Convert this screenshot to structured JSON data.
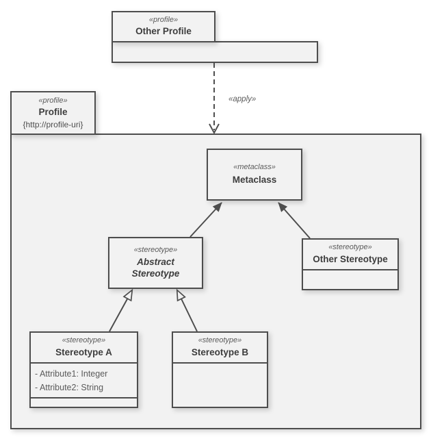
{
  "colors": {
    "border": "#4d4d4d",
    "node_fill": "#f2f2f2",
    "name_text": "#3d3d3d",
    "stereotype_text": "#5a5a5a",
    "background": "#ffffff"
  },
  "other_profile": {
    "stereotype": "«profile»",
    "name": "Other Profile"
  },
  "apply_dependency": {
    "label": "«apply»"
  },
  "profile": {
    "stereotype": "«profile»",
    "name": "Profile",
    "uri": "{http://profile-uri}"
  },
  "metaclass": {
    "stereotype": "«metaclass»",
    "name": "Metaclass"
  },
  "abstract_stereotype": {
    "stereotype": "«stereotype»",
    "name": "Abstract Stereotype"
  },
  "other_stereotype": {
    "stereotype": "«stereotype»",
    "name": "Other Stereotype"
  },
  "stereotype_a": {
    "stereotype": "«stereotype»",
    "name": "Stereotype A",
    "attributes": [
      "- Attribute1: Integer",
      "- Attribute2: String"
    ]
  },
  "stereotype_b": {
    "stereotype": "«stereotype»",
    "name": "Stereotype B"
  }
}
